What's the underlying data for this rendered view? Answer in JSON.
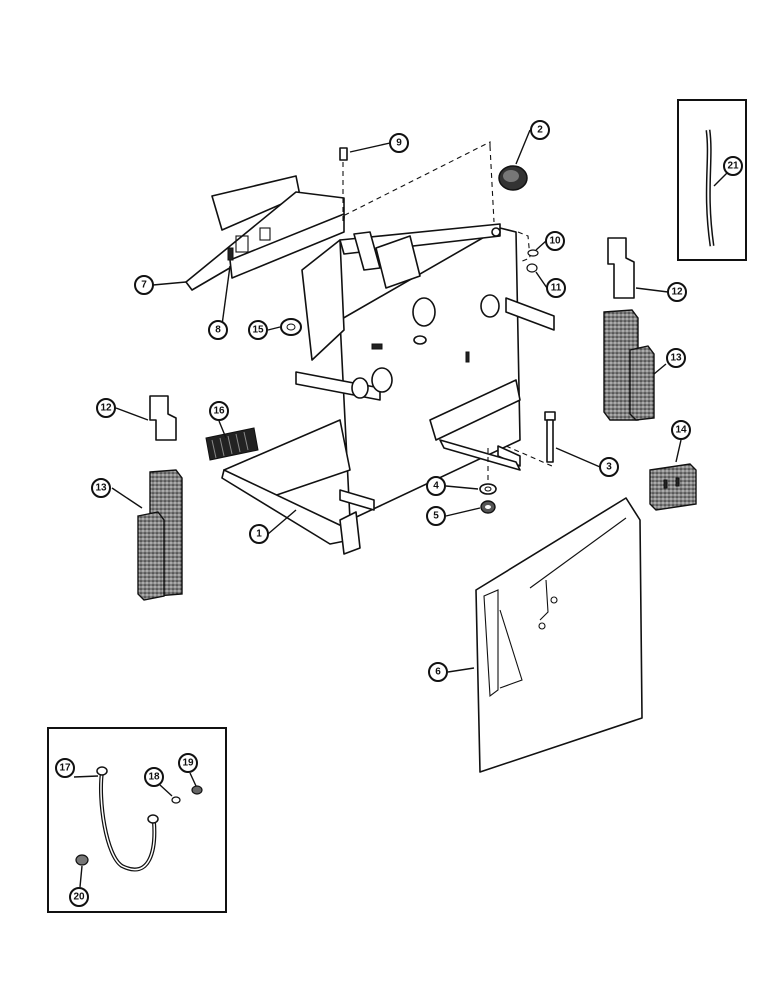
{
  "callouts": [
    {
      "id": "c1",
      "label": "1"
    },
    {
      "id": "c2",
      "label": "2"
    },
    {
      "id": "c3",
      "label": "3"
    },
    {
      "id": "c4",
      "label": "4"
    },
    {
      "id": "c5",
      "label": "5"
    },
    {
      "id": "c6",
      "label": "6"
    },
    {
      "id": "c7",
      "label": "7"
    },
    {
      "id": "c8",
      "label": "8"
    },
    {
      "id": "c9",
      "label": "9"
    },
    {
      "id": "c10",
      "label": "10"
    },
    {
      "id": "c11",
      "label": "11"
    },
    {
      "id": "c12a",
      "label": "12"
    },
    {
      "id": "c12b",
      "label": "12"
    },
    {
      "id": "c13a",
      "label": "13"
    },
    {
      "id": "c13b",
      "label": "13"
    },
    {
      "id": "c14",
      "label": "14"
    },
    {
      "id": "c15",
      "label": "15"
    },
    {
      "id": "c16",
      "label": "16"
    },
    {
      "id": "c17",
      "label": "17"
    },
    {
      "id": "c18",
      "label": "18"
    },
    {
      "id": "c19",
      "label": "19"
    },
    {
      "id": "c20",
      "label": "20"
    },
    {
      "id": "c21",
      "label": "21"
    }
  ]
}
